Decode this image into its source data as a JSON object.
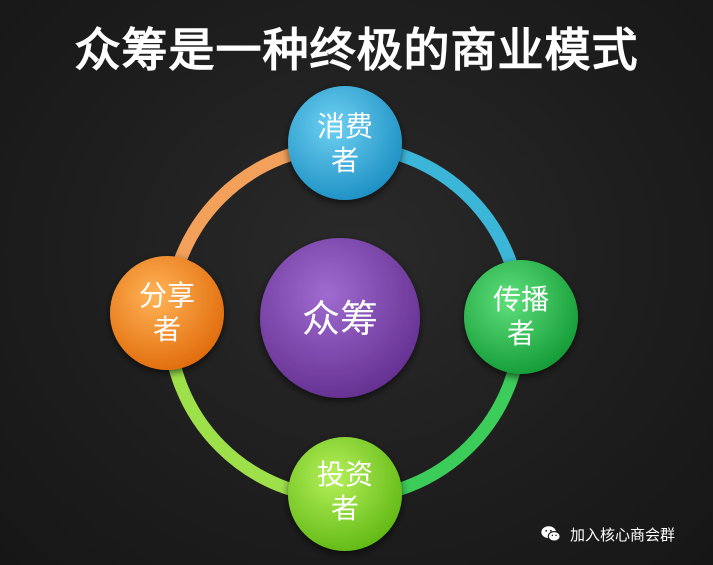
{
  "title": "众筹是一种终极的商业模式",
  "center": {
    "label": "众筹",
    "color": "#7b44a6"
  },
  "nodes": [
    {
      "id": "consumer",
      "line1": "消费",
      "line2": "者",
      "color": "#2fa9d8"
    },
    {
      "id": "spreader",
      "line1": "传播",
      "line2": "者",
      "color": "#22b84a"
    },
    {
      "id": "investor",
      "line1": "投资",
      "line2": "者",
      "color": "#7ed321"
    },
    {
      "id": "sharer",
      "line1": "分享",
      "line2": "者",
      "color": "#f08a1c"
    }
  ],
  "ring_colors": {
    "top_left": "#f2a05a",
    "top_right": "#3cb6d8",
    "bottom_right": "#3ccc5a",
    "bottom_left": "#9ee04a"
  },
  "watermark": {
    "icon": "wechat-icon",
    "text": "加入核心商会群"
  }
}
